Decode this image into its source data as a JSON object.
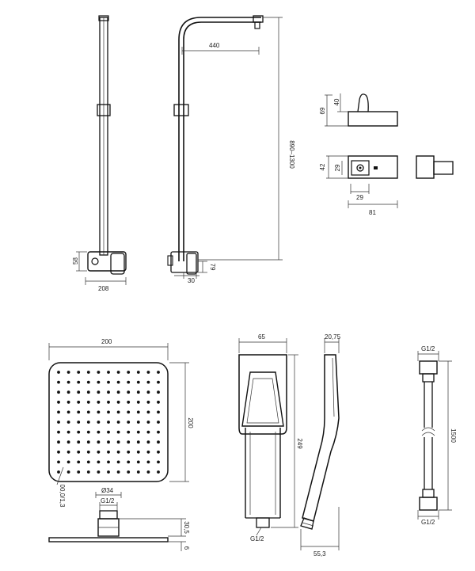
{
  "dimensions": {
    "arm_width": "440",
    "height_range": "890–1300",
    "mixer_width": "208",
    "mixer_height": "58",
    "mixer_offset": "79",
    "mixer_depth": "30",
    "holder_height_total": "69",
    "holder_height": "40",
    "holder_depth_total": "42",
    "holder_depth": "29",
    "holder_width_inner": "29",
    "holder_width": "81",
    "head_width": "200",
    "head_height": "200",
    "arm_connection": "Ø34",
    "thread_head": "G1/2",
    "head_offset": "30,5",
    "head_thickness": "6",
    "flow_label": "00,0",
    "flow_size": "1,3",
    "hand_width": "65",
    "hand_length": "249",
    "hand_side_width": "20,75",
    "hand_side_depth": "55,3",
    "hand_thread": "G1/2",
    "hose_thread_top": "G1/2",
    "hose_length": "1500",
    "hose_thread_bottom": "G1/2"
  }
}
